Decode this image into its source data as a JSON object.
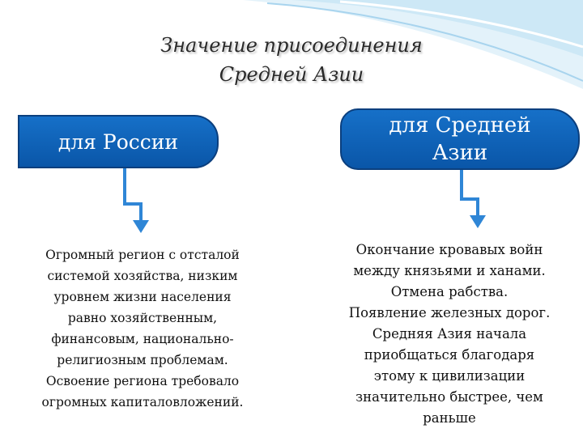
{
  "header": {
    "title_line1": "Значение присоединения",
    "title_line2": "Средней Азии"
  },
  "colors": {
    "pill_fill": "#0d5fb3",
    "pill_border": "#0b3f7e",
    "connector": "#2f86d6",
    "deco_wave": "#bfe1f2"
  },
  "nodes": {
    "russia": {
      "label": "для России",
      "text": [
        "Огромный регион с отсталой",
        "системой хозяйства, низким",
        "уровнем жизни населения",
        "равно хозяйственным,",
        "финансовым, национально-",
        "религиозным проблемам.",
        "Освоение  региона требовало",
        "огромных капиталовложений."
      ]
    },
    "central_asia": {
      "label_line1": "для Средней",
      "label_line2": "Азии",
      "text": [
        "Окончание кровавых войн",
        "между князьями и ханами.",
        "Отмена рабства.",
        "Появление железных дорог.",
        "Средняя Азия начала",
        "приобщаться благодаря",
        "этому к цивилизации",
        "значительно быстрее, чем",
        "раньше"
      ]
    }
  }
}
